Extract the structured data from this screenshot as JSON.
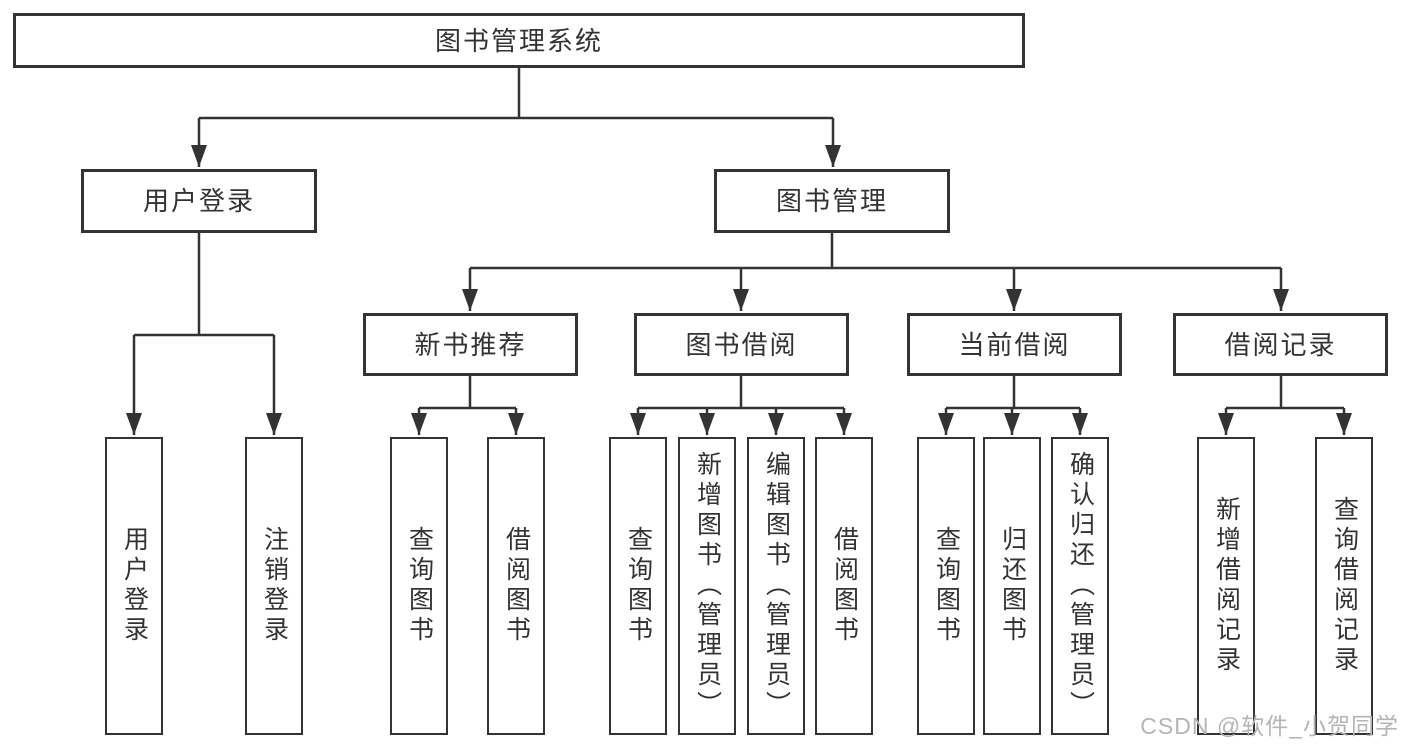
{
  "tree": {
    "root": {
      "label": "图书管理系统"
    },
    "children": [
      {
        "label": "用户登录",
        "children": [
          {
            "label": "用户登录"
          },
          {
            "label": "注销登录"
          }
        ]
      },
      {
        "label": "图书管理",
        "children": [
          {
            "label": "新书推荐",
            "children": [
              {
                "label": "查询图书"
              },
              {
                "label": "借阅图书"
              }
            ]
          },
          {
            "label": "图书借阅",
            "children": [
              {
                "label": "查询图书"
              },
              {
                "label": "新增图书（管理员）"
              },
              {
                "label": "编辑图书（管理员）"
              },
              {
                "label": "借阅图书"
              }
            ]
          },
          {
            "label": "当前借阅",
            "children": [
              {
                "label": "查询图书"
              },
              {
                "label": "归还图书"
              },
              {
                "label": "确认归还（管理员）"
              }
            ]
          },
          {
            "label": "借阅记录",
            "children": [
              {
                "label": "新增借阅记录"
              },
              {
                "label": "查询借阅记录"
              }
            ]
          }
        ]
      }
    ]
  },
  "watermark": {
    "text": "CSDN @软件_小贺同学"
  },
  "colors": {
    "line": "#333333",
    "box_border": "#333333",
    "text": "#333333",
    "background": "#ffffff",
    "watermark": "#b5b5b5"
  }
}
